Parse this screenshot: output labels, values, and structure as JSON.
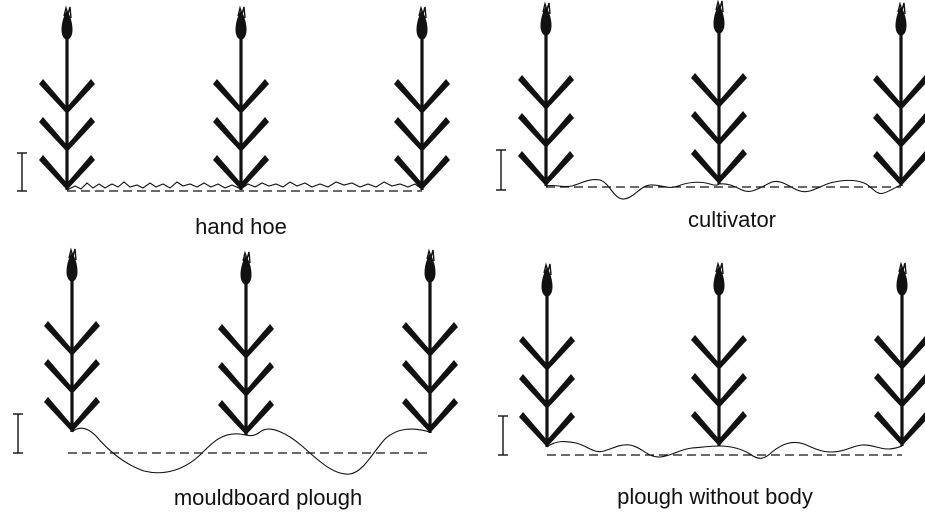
{
  "panels": [
    {
      "id": "hand-hoe",
      "caption": "hand hoe"
    },
    {
      "id": "cultivator",
      "caption": "cultivator"
    },
    {
      "id": "mouldboard-plough",
      "caption": "mouldboard plough"
    },
    {
      "id": "plough-without-body",
      "caption": "plough without body"
    }
  ],
  "colors": {
    "ink": "#111111",
    "background": "#ffffff"
  },
  "icons": {
    "plant": "maize-plant-icon",
    "depth_marker": "depth-scale-bar-icon"
  }
}
